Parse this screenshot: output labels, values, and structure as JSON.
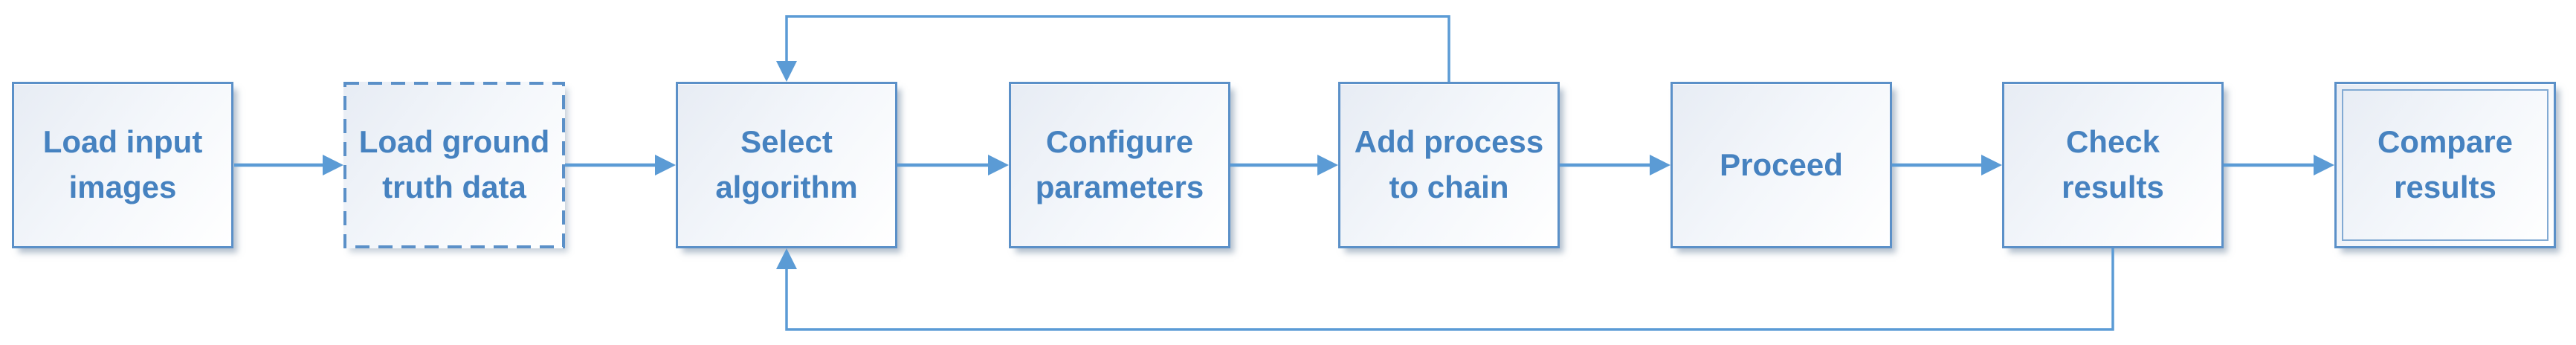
{
  "colors": {
    "node-border": "#5b90c8",
    "node-border-inner": "#82aad3",
    "node-text": "#4682c0",
    "arrow": "#5b9bd5",
    "node-fill-start": "#e7ecf4",
    "node-fill-mid": "#f4f7fb",
    "node-fill-end": "#ffffff",
    "canvas-bg": "#ffffff"
  },
  "nodes": [
    {
      "id": "load-input-images",
      "label": "Load input\nimages",
      "border_style": "solid"
    },
    {
      "id": "load-ground-truth-data",
      "label": "Load ground\ntruth data",
      "border_style": "dashed"
    },
    {
      "id": "select-algorithm",
      "label": "Select\nalgorithm",
      "border_style": "solid"
    },
    {
      "id": "configure-parameters",
      "label": "Configure\nparameters",
      "border_style": "solid"
    },
    {
      "id": "add-process-to-chain",
      "label": "Add process\nto chain",
      "border_style": "solid"
    },
    {
      "id": "proceed",
      "label": "Proceed",
      "border_style": "solid"
    },
    {
      "id": "check-results",
      "label": "Check\nresults",
      "border_style": "solid"
    },
    {
      "id": "compare-results",
      "label": "Compare\nresults",
      "border_style": "double"
    }
  ],
  "edges": [
    {
      "from": "load-input-images",
      "to": "load-ground-truth-data",
      "type": "forward"
    },
    {
      "from": "load-ground-truth-data",
      "to": "select-algorithm",
      "type": "forward"
    },
    {
      "from": "select-algorithm",
      "to": "configure-parameters",
      "type": "forward"
    },
    {
      "from": "configure-parameters",
      "to": "add-process-to-chain",
      "type": "forward"
    },
    {
      "from": "add-process-to-chain",
      "to": "proceed",
      "type": "forward"
    },
    {
      "from": "proceed",
      "to": "check-results",
      "type": "forward"
    },
    {
      "from": "check-results",
      "to": "compare-results",
      "type": "forward"
    },
    {
      "from": "add-process-to-chain",
      "to": "select-algorithm",
      "type": "loop-back-top"
    },
    {
      "from": "check-results",
      "to": "select-algorithm",
      "type": "loop-back-bottom"
    }
  ]
}
